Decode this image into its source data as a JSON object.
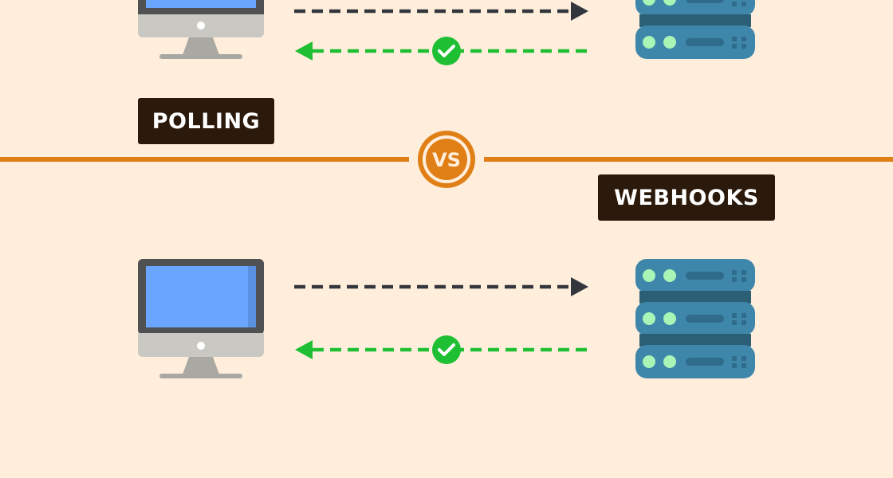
{
  "labels": {
    "polling": "POLLING",
    "webhooks": "WEBHOOKS",
    "vs": "VS"
  },
  "colors": {
    "background": "#ffeedb",
    "label_bg": "#2b1a0c",
    "divider": "#e07f16",
    "request_arrow": "#33373d",
    "response_arrow": "#1fbf33",
    "check_badge": "#1fbf33",
    "monitor_screen": "#6aa6ff",
    "monitor_frame": "#4f5153",
    "monitor_stand": "#c9c8c3",
    "server_body": "#3f86ab",
    "server_led": "#a8f5b6"
  },
  "icons": {
    "client": "desktop-monitor-icon",
    "server": "server-rack-icon",
    "success": "check-circle-icon"
  }
}
